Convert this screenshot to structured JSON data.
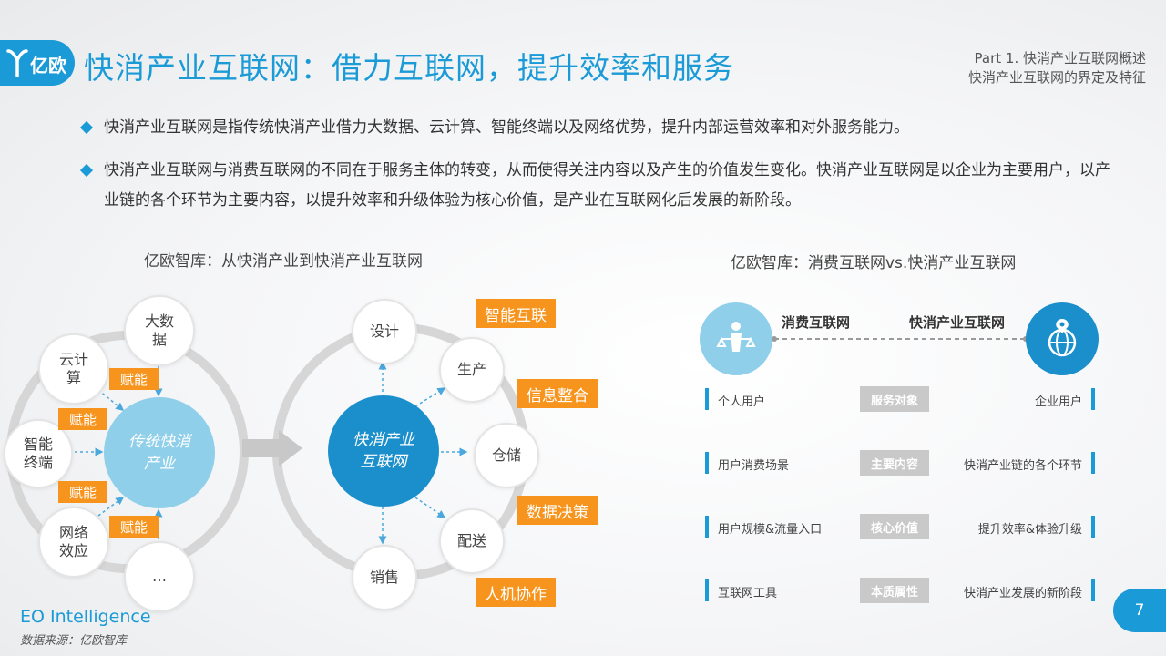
{
  "header": {
    "logo_text": "亿欧",
    "title": "快消产业互联网：借力互联网，提升效率和服务",
    "part": "Part 1. 快消产业互联网概述",
    "section": "快消产业互联网的界定及特征"
  },
  "bullets": [
    "快消产业互联网是指传统快消产业借力大数据、云计算、智能终端以及网络优势，提升内部运营效率和对外服务能力。",
    "快消产业互联网与消费互联网的不同在于服务主体的转变，从而使得关注内容以及产生的价值发生变化。快消产业互联网是以企业为主要用户，以产业链的各个环节为主要内容，以提升效率和升级体验为核心价值，是产业在互联网化后发展的新阶段。"
  ],
  "left_diagram": {
    "subtitle": "亿欧智库：从快消产业到快消产业互联网",
    "center": "传统快消产业",
    "nodes": [
      "大数据",
      "云计算",
      "智能终端",
      "网络效应",
      "…"
    ],
    "tag": "赋能"
  },
  "mid_diagram": {
    "center": "快消产业互联网",
    "nodes": [
      "设计",
      "生产",
      "仓储",
      "配送",
      "销售"
    ],
    "tags": [
      "智能互联",
      "信息整合",
      "数据决策",
      "人机协作"
    ]
  },
  "right_table": {
    "subtitle": "亿欧智库：消费互联网vs.快消产业互联网",
    "left_head": "消费互联网",
    "right_head": "快消产业互联网",
    "rows": [
      {
        "left": "个人用户",
        "mid": "服务对象",
        "right": "企业用户"
      },
      {
        "left": "用户消费场景",
        "mid": "主要内容",
        "right": "快消产业链的各个环节"
      },
      {
        "left": "用户规模&流量入口",
        "mid": "核心价值",
        "right": "提升效率&体验升级"
      },
      {
        "left": "互联网工具",
        "mid": "本质属性",
        "right": "快消产业发展的新阶段"
      }
    ]
  },
  "footer": {
    "brand": "EO Intelligence",
    "source": "数据来源：亿欧智库",
    "page": "7"
  },
  "colors": {
    "accent": "#1a9ad6",
    "orange": "#f7941d",
    "light_blue": "#8fcfea",
    "gray": "#c9c9c9"
  }
}
